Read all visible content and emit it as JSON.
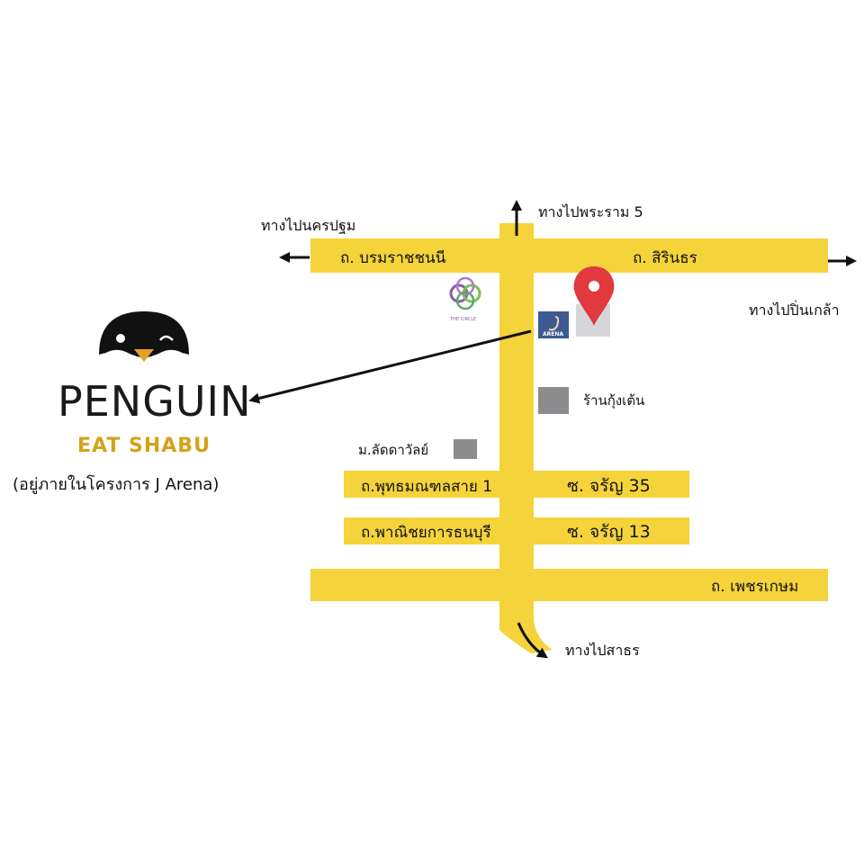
{
  "colors": {
    "road": "#f5d33a",
    "arrow": "#111111",
    "pin": "#e0393e",
    "building": "#8c8c8e",
    "brand_yellow": "#d4a21a",
    "arena_blue": "#3e5a92",
    "circle_green": "#7cbf5a",
    "circle_purple": "#8a5ba6"
  },
  "roads": {
    "borommaratchachonnani": "ถ. บรมราชชนนี",
    "sirindhorn": "ถ. สิรินธร",
    "phutthamonthon_sai_1": "ถ.พุทธมณฑลสาย 1",
    "charan_35": "ซ. จรัญ 35",
    "phanitchayakan_thonburi": "ถ.พาณิชยการธนบุรี",
    "charan_13": "ซ. จรัญ 13",
    "phetkasem": "ถ. เพชรเกษม"
  },
  "directions": {
    "to_nakhon_pathom": "ทางไปนครปฐม",
    "to_rama_5": "ทางไปพระราม 5",
    "to_pin_klao": "ทางไปปิ่นเกล้า",
    "to_sathorn": "ทางไปสาธร"
  },
  "landmarks": {
    "shrimp_shop": "ร้านกุ้งเต้น",
    "lat_tawan": "ม.ลัดดาวัลย์",
    "the_circle": "THE CIRCLE",
    "j_arena_logo": "ARENA"
  },
  "brand": {
    "name_line1": "PENGUIN",
    "name_line2": "EAT SHABU",
    "note": "(อยู่ภายในโครงการ J Arena)"
  },
  "icons": [
    "penguin-logo-icon",
    "location-pin-icon",
    "arrow-icon",
    "the-circle-logo-icon",
    "j-arena-logo-icon"
  ]
}
